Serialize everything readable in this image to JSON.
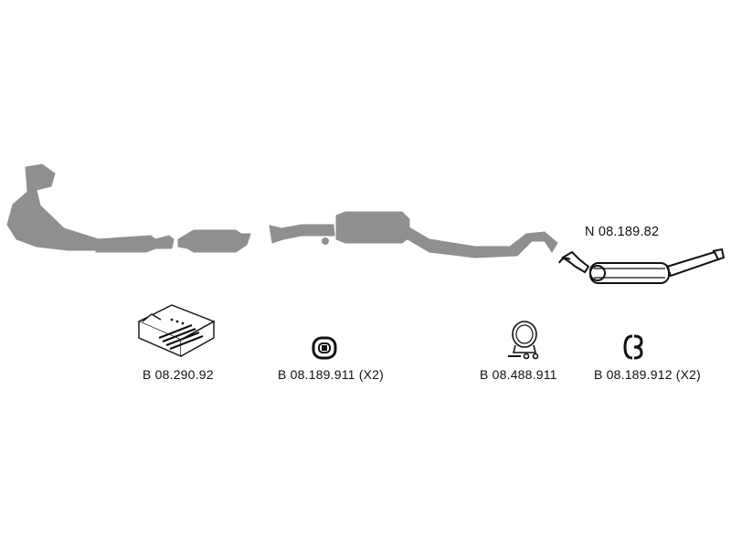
{
  "parts": {
    "rear_muffler": {
      "code": "N 08.189.82"
    },
    "mounting_kit": {
      "code": "B 08.290.92"
    },
    "rubber_hanger_a": {
      "code": "B 08.189.911 (X2)"
    },
    "clamp": {
      "code": "B 08.488.911"
    },
    "rubber_hanger_b": {
      "code": "B 08.189.912 (X2)"
    }
  },
  "colors": {
    "exhaust_gray": "#8f8f8f",
    "ink": "#111111"
  }
}
